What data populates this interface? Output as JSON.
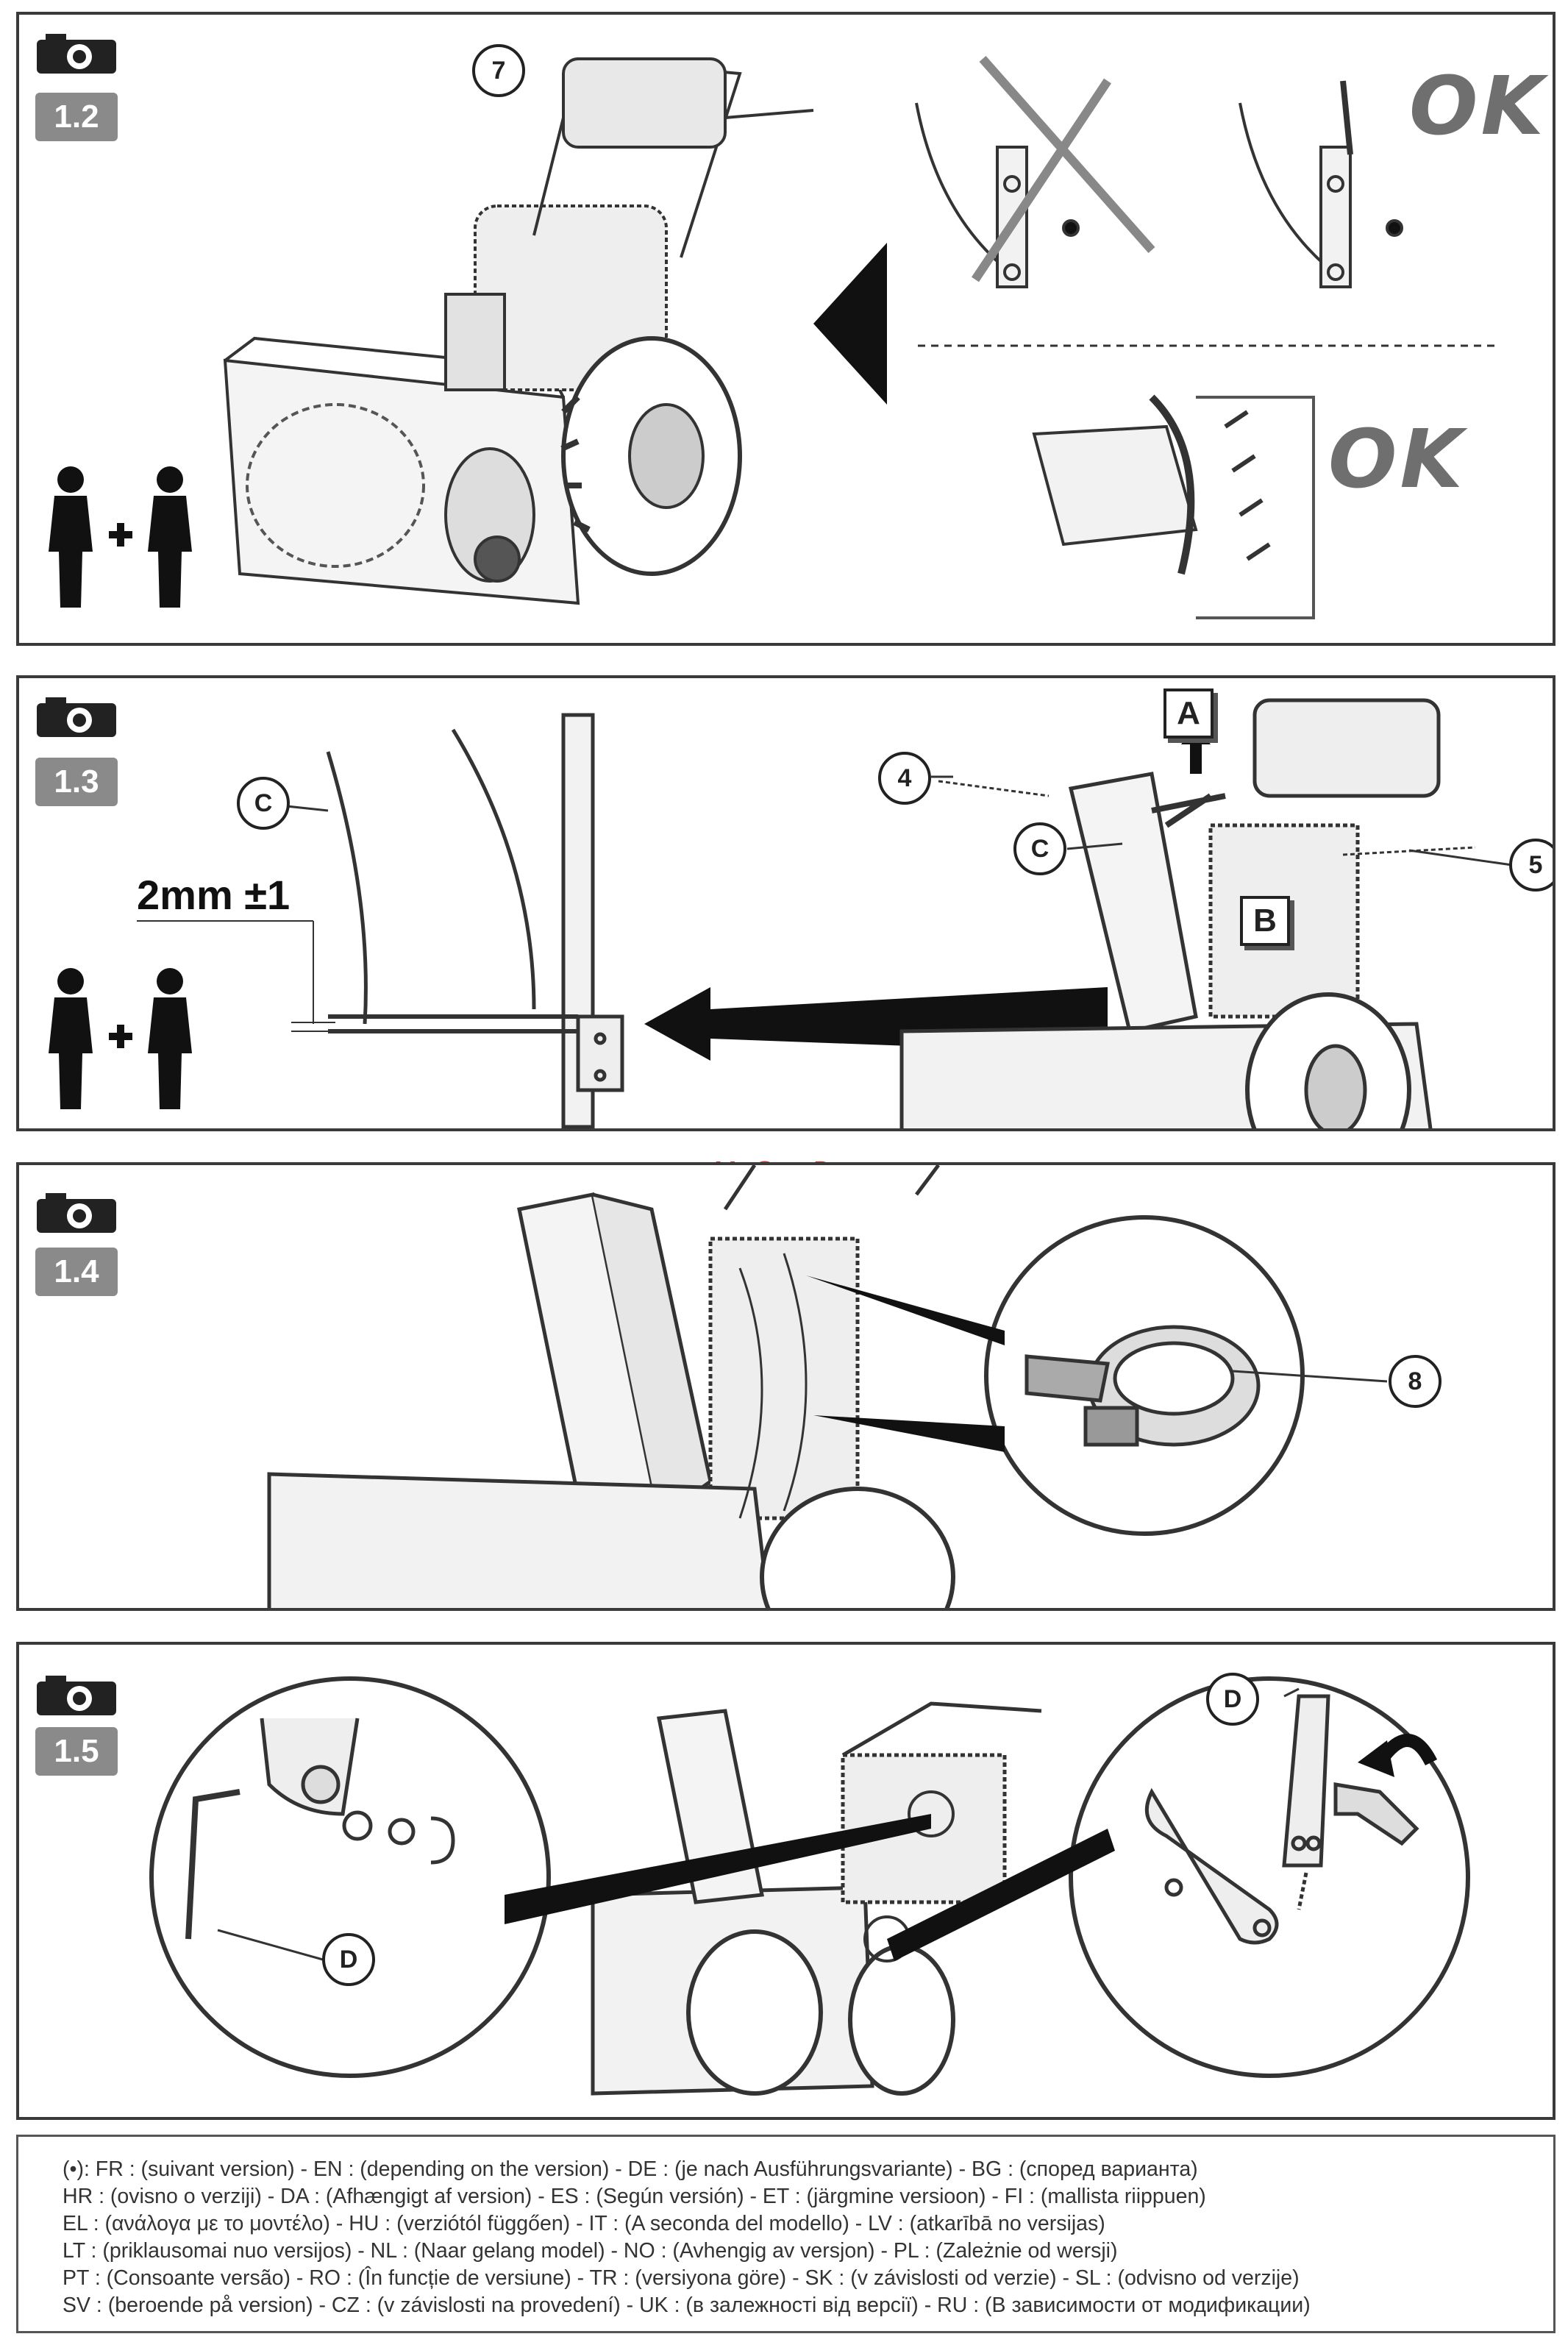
{
  "panels": [
    {
      "step": "1.2",
      "callouts": [
        "7"
      ],
      "ok_labels": [
        "OK",
        "OK"
      ]
    },
    {
      "step": "1.3",
      "dimension": "2mm ±1",
      "callouts": [
        "C",
        "4",
        "C",
        "5"
      ],
      "boxes": [
        "A",
        "B"
      ]
    },
    {
      "step": "1.4",
      "callouts": [
        "8"
      ]
    },
    {
      "step": "1.5",
      "callouts": [
        "D",
        "D"
      ]
    }
  ],
  "watermark": "McGrp.Ru",
  "legend": {
    "lines": [
      "(•): FR : (suivant version) - EN : (depending on the version) - DE : (je nach Ausführungsvariante) - BG : (според варианта)",
      "HR : (ovisno o verziji) - DA : (Afhængigt af version) - ES : (Según versión) - ET : (järgmine versioon) - FI : (mallista riippuen)",
      "EL : (ανάλογα με το μοντέλο) - HU : (verziótól függően) - IT : (A seconda del modello) - LV : (atkarībā no versijas)",
      "LT : (priklausomai nuo versijos) - NL : (Naar gelang model) - NO : (Avhengig av versjon) - PL : (Zależnie od wersji)",
      "PT : (Consoante versão) - RO : (În funcție de versiune) - TR : (versiyona göre) - SK : (v závislosti od verzie) - SL : (odvisno od verzije)",
      "SV : (beroende på version) - CZ : (v závislosti na provedení) - UK : (в залежності від версії) - RU : (В зависимости от модификации)"
    ]
  },
  "icons": [
    "camera-icon",
    "two-persons-icon",
    "arrow-left-icon",
    "arrow-up-icon",
    "cable-tie-icon",
    "curved-arrow-icon"
  ]
}
